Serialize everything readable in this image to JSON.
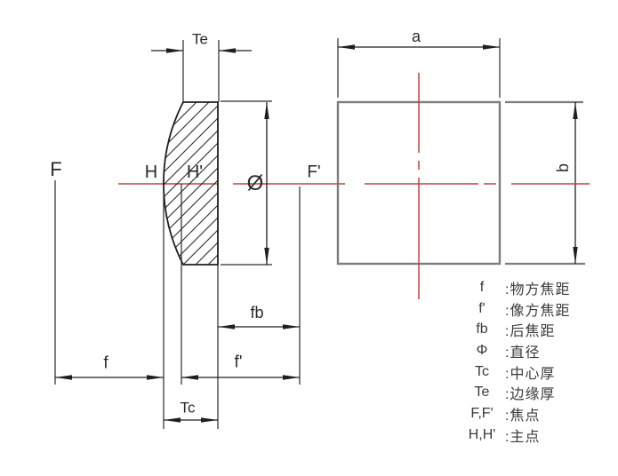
{
  "diagram": {
    "labels": {
      "F": "F",
      "H": "H",
      "H_prime": "H'",
      "F_prime": "F'",
      "Te": "Te",
      "diameter_symbol": "Ø",
      "fb": "fb",
      "f": "f",
      "f_prime": "f'",
      "Tc": "Tc",
      "a": "a",
      "b": "b"
    },
    "colors": {
      "axis_red": "#c04040",
      "line_black": "#1f1f1f",
      "square_gray": "#7d7d7d"
    }
  },
  "legend": {
    "rows": [
      {
        "key": "f",
        "desc": ":物方焦距"
      },
      {
        "key": "f'",
        "desc": ":像方焦距"
      },
      {
        "key": "fb",
        "desc": ":后焦距"
      },
      {
        "key": "Φ",
        "desc": ":直径"
      },
      {
        "key": "Tc",
        "desc": ":中心厚"
      },
      {
        "key": "Te",
        "desc": ":边缘厚"
      },
      {
        "key": "F,F'",
        "desc": ":焦点"
      },
      {
        "key": "H,H'",
        "desc": ":主点"
      }
    ]
  }
}
